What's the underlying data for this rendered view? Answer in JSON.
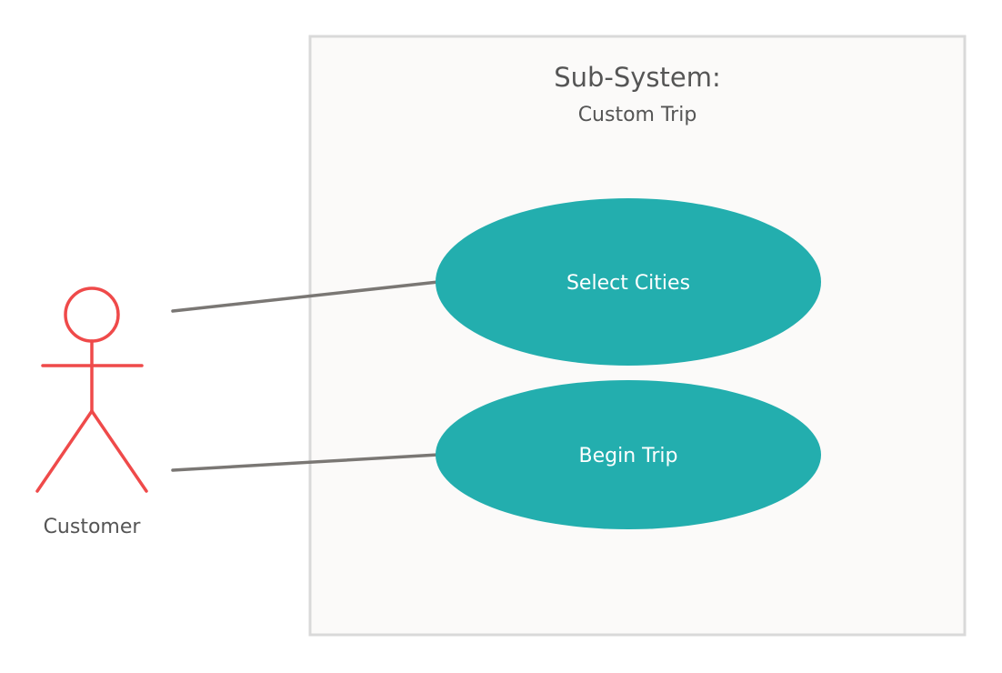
{
  "system": {
    "title": "Sub-System:",
    "subtitle": "Custom Trip"
  },
  "actor": {
    "label": "Customer",
    "icon": "stick-figure-actor-icon"
  },
  "use_cases": [
    {
      "label": "Select Cities"
    },
    {
      "label": "Begin Trip"
    }
  ],
  "colors": {
    "actor": "#ef4a4a",
    "use_case_fill": "#23aeae",
    "connector": "#7a7774",
    "system_fill": "#fbfaf9",
    "system_border": "#d9d9d9",
    "text": "#555555"
  }
}
